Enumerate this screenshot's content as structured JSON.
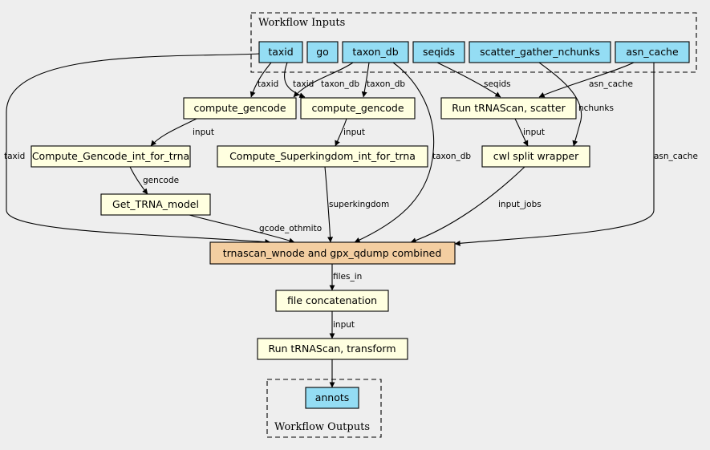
{
  "colors": {
    "background": "#eeeeee",
    "input_fill": "#94ddf4",
    "step_fill": "#ffffe0",
    "combined_fill": "#f3cea1",
    "stroke": "#000000"
  },
  "clusters": {
    "inputs_title": "Workflow Inputs",
    "outputs_title": "Workflow Outputs"
  },
  "nodes": {
    "taxid": "taxid",
    "go": "go",
    "taxon_db": "taxon_db",
    "seqids": "seqids",
    "scatter_gather_nchunks": "scatter_gather_nchunks",
    "asn_cache": "asn_cache",
    "compute_gencode_1": "compute_gencode",
    "compute_gencode_2": "compute_gencode",
    "run_trnascan_scatter": "Run tRNAScan, scatter",
    "compute_gencode_int": "Compute_Gencode_int_for_trna",
    "compute_superkingdom_int": "Compute_Superkingdom_int_for_trna",
    "cwl_split_wrapper": "cwl split wrapper",
    "get_trna_model": "Get_TRNA_model",
    "trnascan_combined": "trnascan_wnode and gpx_qdump combined",
    "file_concatenation": "file concatenation",
    "run_trnascan_transform": "Run tRNAScan, transform",
    "annots": "annots"
  },
  "edge_labels": {
    "taxid_gencode1": "taxid",
    "taxid_gencode2": "taxid",
    "taxon_db_gencode1": "taxon_db",
    "taxon_db_gencode2": "taxon_db",
    "seqids_scatter": "seqids",
    "asn_cache_scatter": "asn_cache",
    "nchunks_split": "nchunks",
    "gencode1_int": "input",
    "gencode2_superkingdom": "input",
    "scatter_split": "input",
    "taxid_combined": "taxid",
    "taxon_db_combined": "taxon_db",
    "asn_cache_combined": "asn_cache",
    "gencode_model": "gencode",
    "model_combined": "gcode_othmito",
    "superkingdom_combined": "superkingdom",
    "split_combined": "input_jobs",
    "combined_concat": "files_in",
    "concat_transform": "input"
  }
}
